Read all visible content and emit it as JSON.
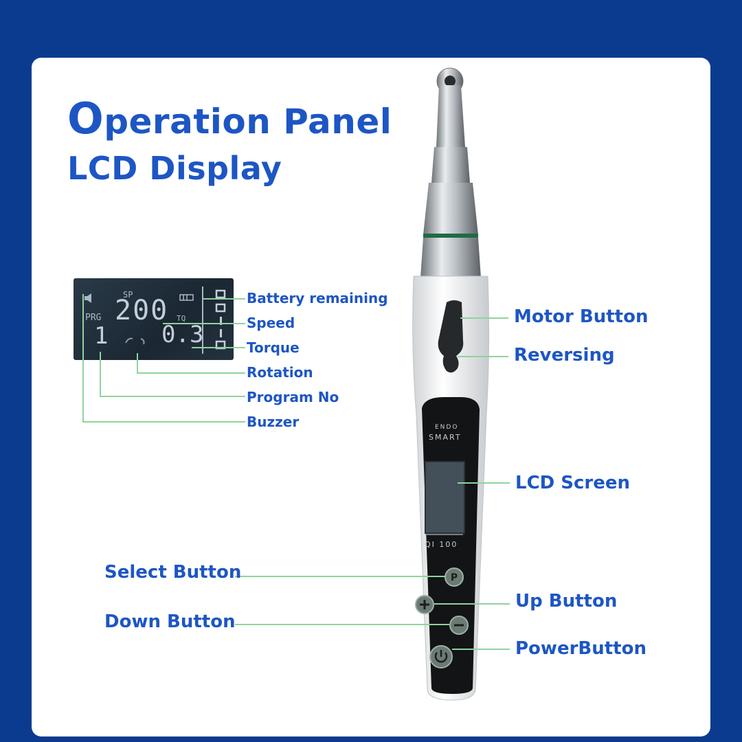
{
  "heading": {
    "line1_first": "O",
    "line1_rest": "peration Panel",
    "line2": "LCD Display"
  },
  "lcd_readout": {
    "sp": "SP",
    "speed": "200",
    "prg": "PRG",
    "program": "1",
    "tq": "TQ",
    "torque": "0.3"
  },
  "lcd_callouts": {
    "battery": "Battery remaining",
    "speed": "Speed",
    "torque": "Torque",
    "rotation": "Rotation",
    "program": "Program No",
    "buzzer": "Buzzer"
  },
  "device": {
    "brand_line1": "Endo",
    "brand_line2": "Smart",
    "model": "QI 100",
    "select_key": "P"
  },
  "device_callouts": {
    "motor": "Motor Button",
    "reversing": "Reversing",
    "lcd_screen": "LCD Screen",
    "select": "Select Button",
    "up": "Up Button",
    "down": "Down Button",
    "power": "PowerButton"
  },
  "colors": {
    "background": "#0b3b8f",
    "heading": "#1d56c4",
    "leader_line": "#8fd49a"
  }
}
